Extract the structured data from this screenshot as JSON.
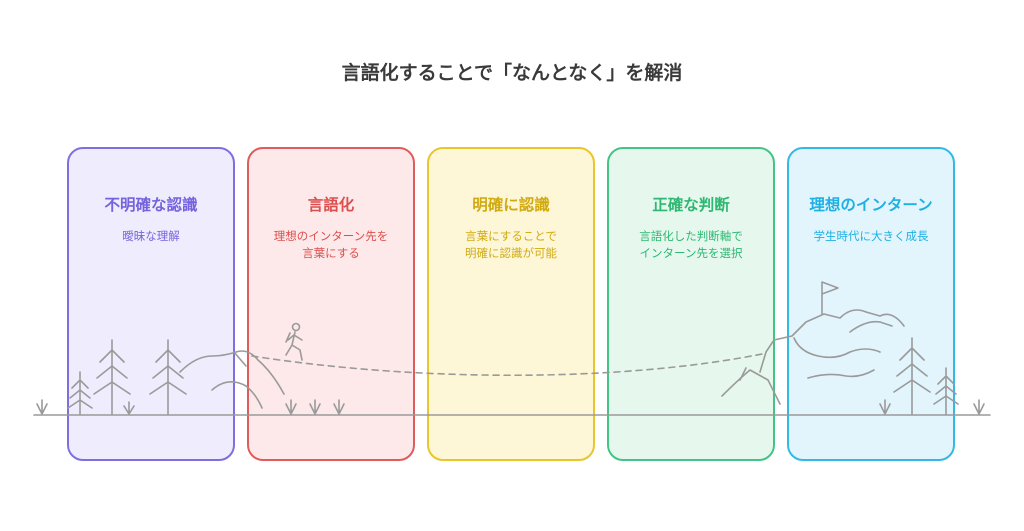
{
  "title": "言語化することで「なんとなく」を解消",
  "stages": [
    {
      "title": "不明確な認識",
      "desc_lines": [
        "曖昧な理解"
      ],
      "border": "#7d6fe0",
      "fill": "#efedfd",
      "text": "#7563de"
    },
    {
      "title": "言語化",
      "desc_lines": [
        "理想のインターン先を",
        "言葉にする"
      ],
      "border": "#e05c5c",
      "fill": "#fde9e9",
      "text": "#dc4f4f"
    },
    {
      "title": "明確に認識",
      "desc_lines": [
        "言葉にすることで",
        "明確に認識が可能"
      ],
      "border": "#e8c62c",
      "fill": "#fdf7d8",
      "text": "#d1aa10"
    },
    {
      "title": "正確な判断",
      "desc_lines": [
        "言語化した判断軸で",
        "インターン先を選択"
      ],
      "border": "#44c484",
      "fill": "#e6f7ee",
      "text": "#2eb872"
    },
    {
      "title": "理想のインターン",
      "desc_lines": [
        "学生時代に大きく成長"
      ],
      "border": "#34b8e6",
      "fill": "#e2f5fc",
      "text": "#1eb0e4"
    }
  ],
  "icons": [
    "hiker-icon",
    "flag-icon",
    "pine-tree-icon",
    "mountain-icon",
    "grass-icon"
  ]
}
